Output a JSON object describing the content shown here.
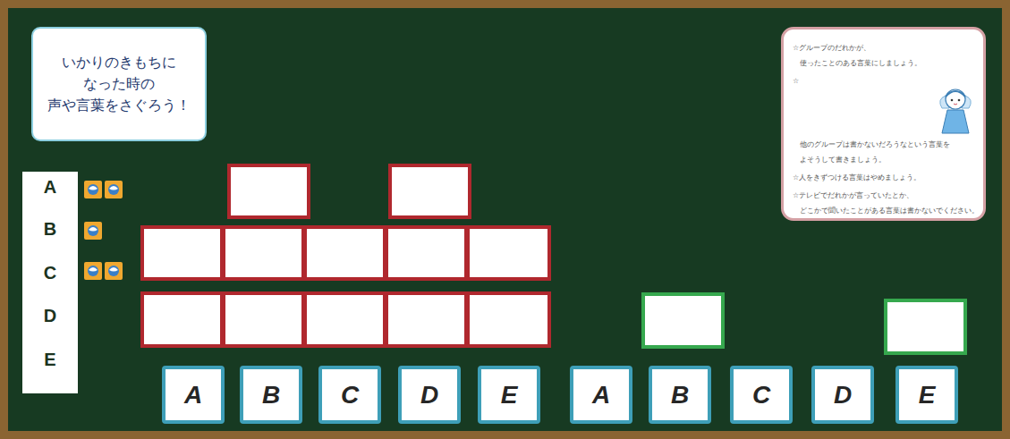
{
  "diagram": {
    "nodes": [
      {
        "text": [
          "いかりのきもちに なった時の 声や言葉をさぐろう！"
        ]
      },
      {
        "text": [
          "☆グループのだれかが、 使ったことのある言葉にしましょう。",
          "☆他のグループは書かないだろうなという言葉を よそうして書きましょう。",
          "☆人をきずつける言葉はやめましょう。",
          "☆テレビでだれかが言っていたとか、 どこかで聞いたことがある言葉は書かないでください。"
        ]
      },
      {
        "text": [
          "A",
          "B",
          "C",
          "D",
          "E"
        ]
      },
      {
        "text": [
          "A"
        ]
      },
      {
        "text": [
          "B"
        ]
      },
      {
        "text": [
          "C"
        ]
      },
      {
        "text": [
          "D"
        ]
      },
      {
        "text": [
          "E"
        ]
      },
      {
        "text": [
          "A"
        ]
      },
      {
        "text": [
          "B"
        ]
      },
      {
        "text": [
          "C"
        ]
      },
      {
        "text": [
          "D"
        ]
      },
      {
        "text": [
          "E"
        ]
      }
    ]
  }
}
